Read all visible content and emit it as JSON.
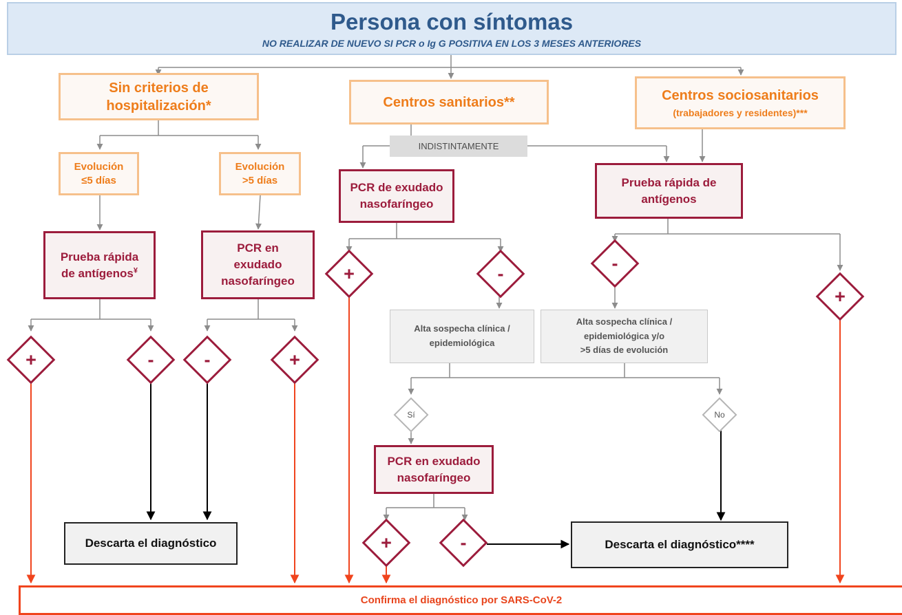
{
  "header": {
    "title": "Persona con síntomas",
    "subtitle": "NO REALIZAR DE NUEVO SI PCR o Ig G POSITIVA EN LOS 3 MESES ANTERIORES"
  },
  "branches": {
    "sin_criterios": {
      "line1": "Sin criterios de",
      "line2": "hospitalización*"
    },
    "centros_sanitarios": {
      "label": "Centros sanitarios**"
    },
    "centros_sociosanitarios": {
      "line1": "Centros sociosanitarios",
      "line2": "(trabajadores y residentes)***"
    }
  },
  "indistintamente": "INDISTINTAMENTE",
  "evolucion_menor": {
    "line1": "Evolución",
    "line2": "≤5 días"
  },
  "evolucion_mayor": {
    "line1": "Evolución",
    "line2": ">5 días"
  },
  "tests": {
    "prueba_rapida_left": {
      "line1": "Prueba rápida",
      "line2": "de antígenos",
      "sup": "¥"
    },
    "pcr_left": {
      "line1": "PCR en",
      "line2": "exudado",
      "line3": "nasofaríngeo"
    },
    "pcr_center": {
      "line1": "PCR de exudado",
      "line2": "nasofaríngeo"
    },
    "prueba_rapida_right": {
      "line1": "Prueba rápida de",
      "line2": "antígenos"
    },
    "pcr_bottom": {
      "line1": "PCR en exudado",
      "line2": "nasofaríngeo"
    }
  },
  "sospecha": {
    "left": {
      "line1": "Alta sospecha clínica /",
      "line2": "epidemiológica"
    },
    "right": {
      "line1": "Alta sospecha clínica /",
      "line2": "epidemiológica y/o",
      "line3": ">5 días de evolución"
    }
  },
  "decisions": {
    "si": "Sí",
    "no": "No"
  },
  "results": {
    "positive": "+",
    "negative": "-"
  },
  "outcomes": {
    "descarta_left": "Descarta el diagnóstico",
    "descarta_right": "Descarta el diagnóstico****",
    "confirma": "Confirma el diagnóstico por SARS-CoV-2"
  },
  "colors": {
    "header_fill": "#dde9f6",
    "header_text": "#2f5a8c",
    "orange_text": "#ee7d1b",
    "orange_border": "#f6c08b",
    "test_border": "#9c1c3c",
    "gray_box": "#f1f1f1",
    "connector_gray": "#8c8c8c",
    "positive_arrow": "#f0441d",
    "negative_arrow": "#000000"
  }
}
